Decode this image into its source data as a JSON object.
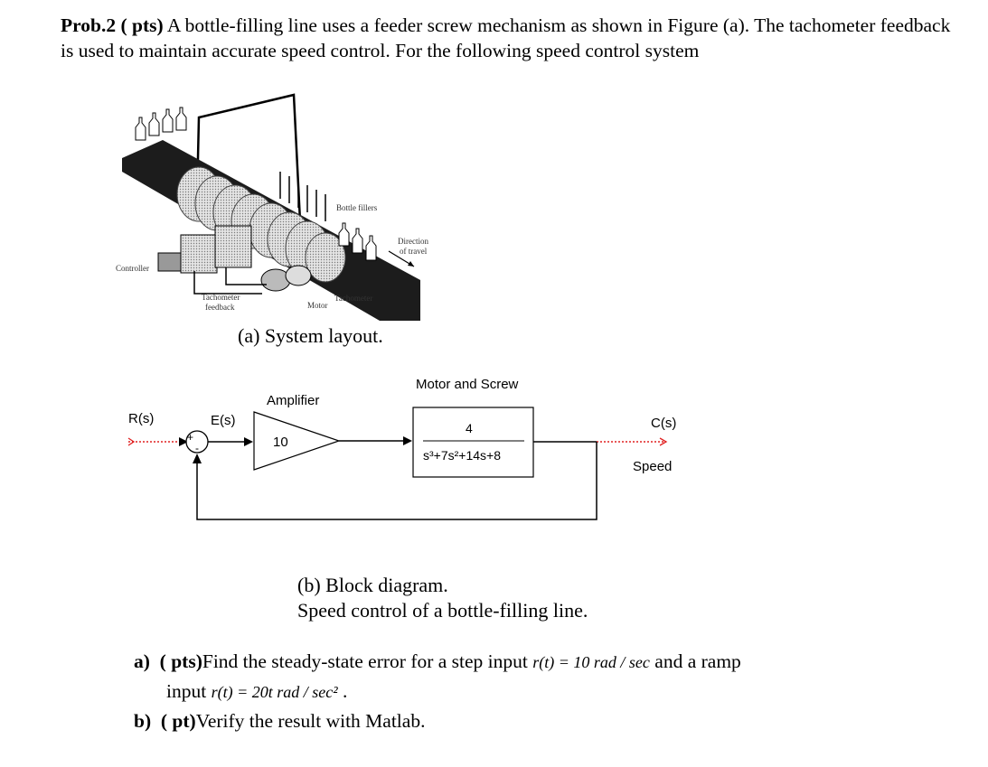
{
  "problem": {
    "label": "Prob.2 ( pts)",
    "statement": " A bottle-filling line uses a feeder screw mechanism as shown in Figure (a). The tachometer feedback is used to maintain accurate speed control. For the following speed control system"
  },
  "figure_a": {
    "caption": "(a) System layout.",
    "labels": {
      "controller": "Controller",
      "tach_feedback_1": "Tachometer",
      "tach_feedback_2": "feedback",
      "motor": "Motor",
      "tachometer": "Tachometer",
      "bottle_fillers": "Bottle fillers",
      "direction_1": "Direction",
      "direction_2": "of travel"
    }
  },
  "figure_b": {
    "input_label": "R(s)",
    "error_label": "E(s)",
    "sum_plus": "+",
    "sum_minus": "-",
    "amplifier_title": "Amplifier",
    "amplifier_gain": "10",
    "plant_title": "Motor and Screw",
    "plant_numerator": "4",
    "plant_denominator": "s³+7s²+14s+8",
    "output_label": "C(s)",
    "output_sublabel": "Speed",
    "caption_line1": "(b) Block diagram.",
    "caption_line2": "Speed control of a bottle-filling line."
  },
  "questions": {
    "a_label": "a)",
    "a_pts": "( pts)",
    "a_text1": "Find the steady-state error for a step input ",
    "a_math1": "r(t) = 10  rad / sec",
    "a_text2": " and a ramp",
    "a_text3": "input ",
    "a_math2": "r(t) = 20t  rad / sec²",
    "a_text4": " .",
    "b_label": "b)",
    "b_pts": "( pt)",
    "b_text": "Verify the result with Matlab."
  }
}
